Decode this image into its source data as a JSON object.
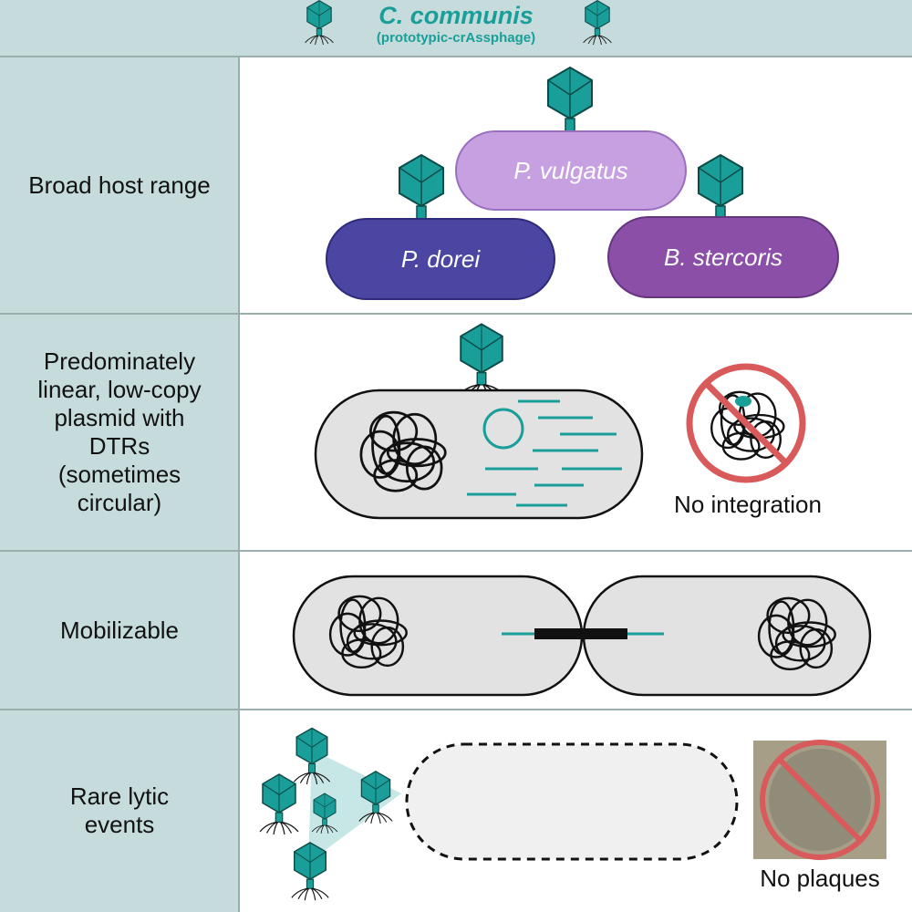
{
  "header": {
    "title": "C. communis",
    "subtitle": "(prototypic-crAssphage)"
  },
  "rows": [
    {
      "label": "Broad host range"
    },
    {
      "label": "Predominately\nlinear, low-copy\nplasmid with\nDTRs\n(sometimes\ncircular)"
    },
    {
      "label": "Mobilizable"
    },
    {
      "label": "Rare lytic\nevents"
    }
  ],
  "hosts": {
    "top": "P. vulgatus",
    "left": "P. dorei",
    "right": "B. stercoris"
  },
  "captions": {
    "no_integration": "No integration",
    "no_plaques": "No plaques"
  },
  "icons": {
    "phage": "phage-icon",
    "prohibited": "prohibited-icon"
  },
  "colors": {
    "teal": "#1a9e99",
    "label_panel": "#c6dcdc",
    "p_vulgatus": "#c7a0e2",
    "p_dorei": "#4b46a2",
    "b_stercoris": "#8c4fa8",
    "prohibit_red": "#d85a5a",
    "cell_gray": "#e2e2e2"
  }
}
